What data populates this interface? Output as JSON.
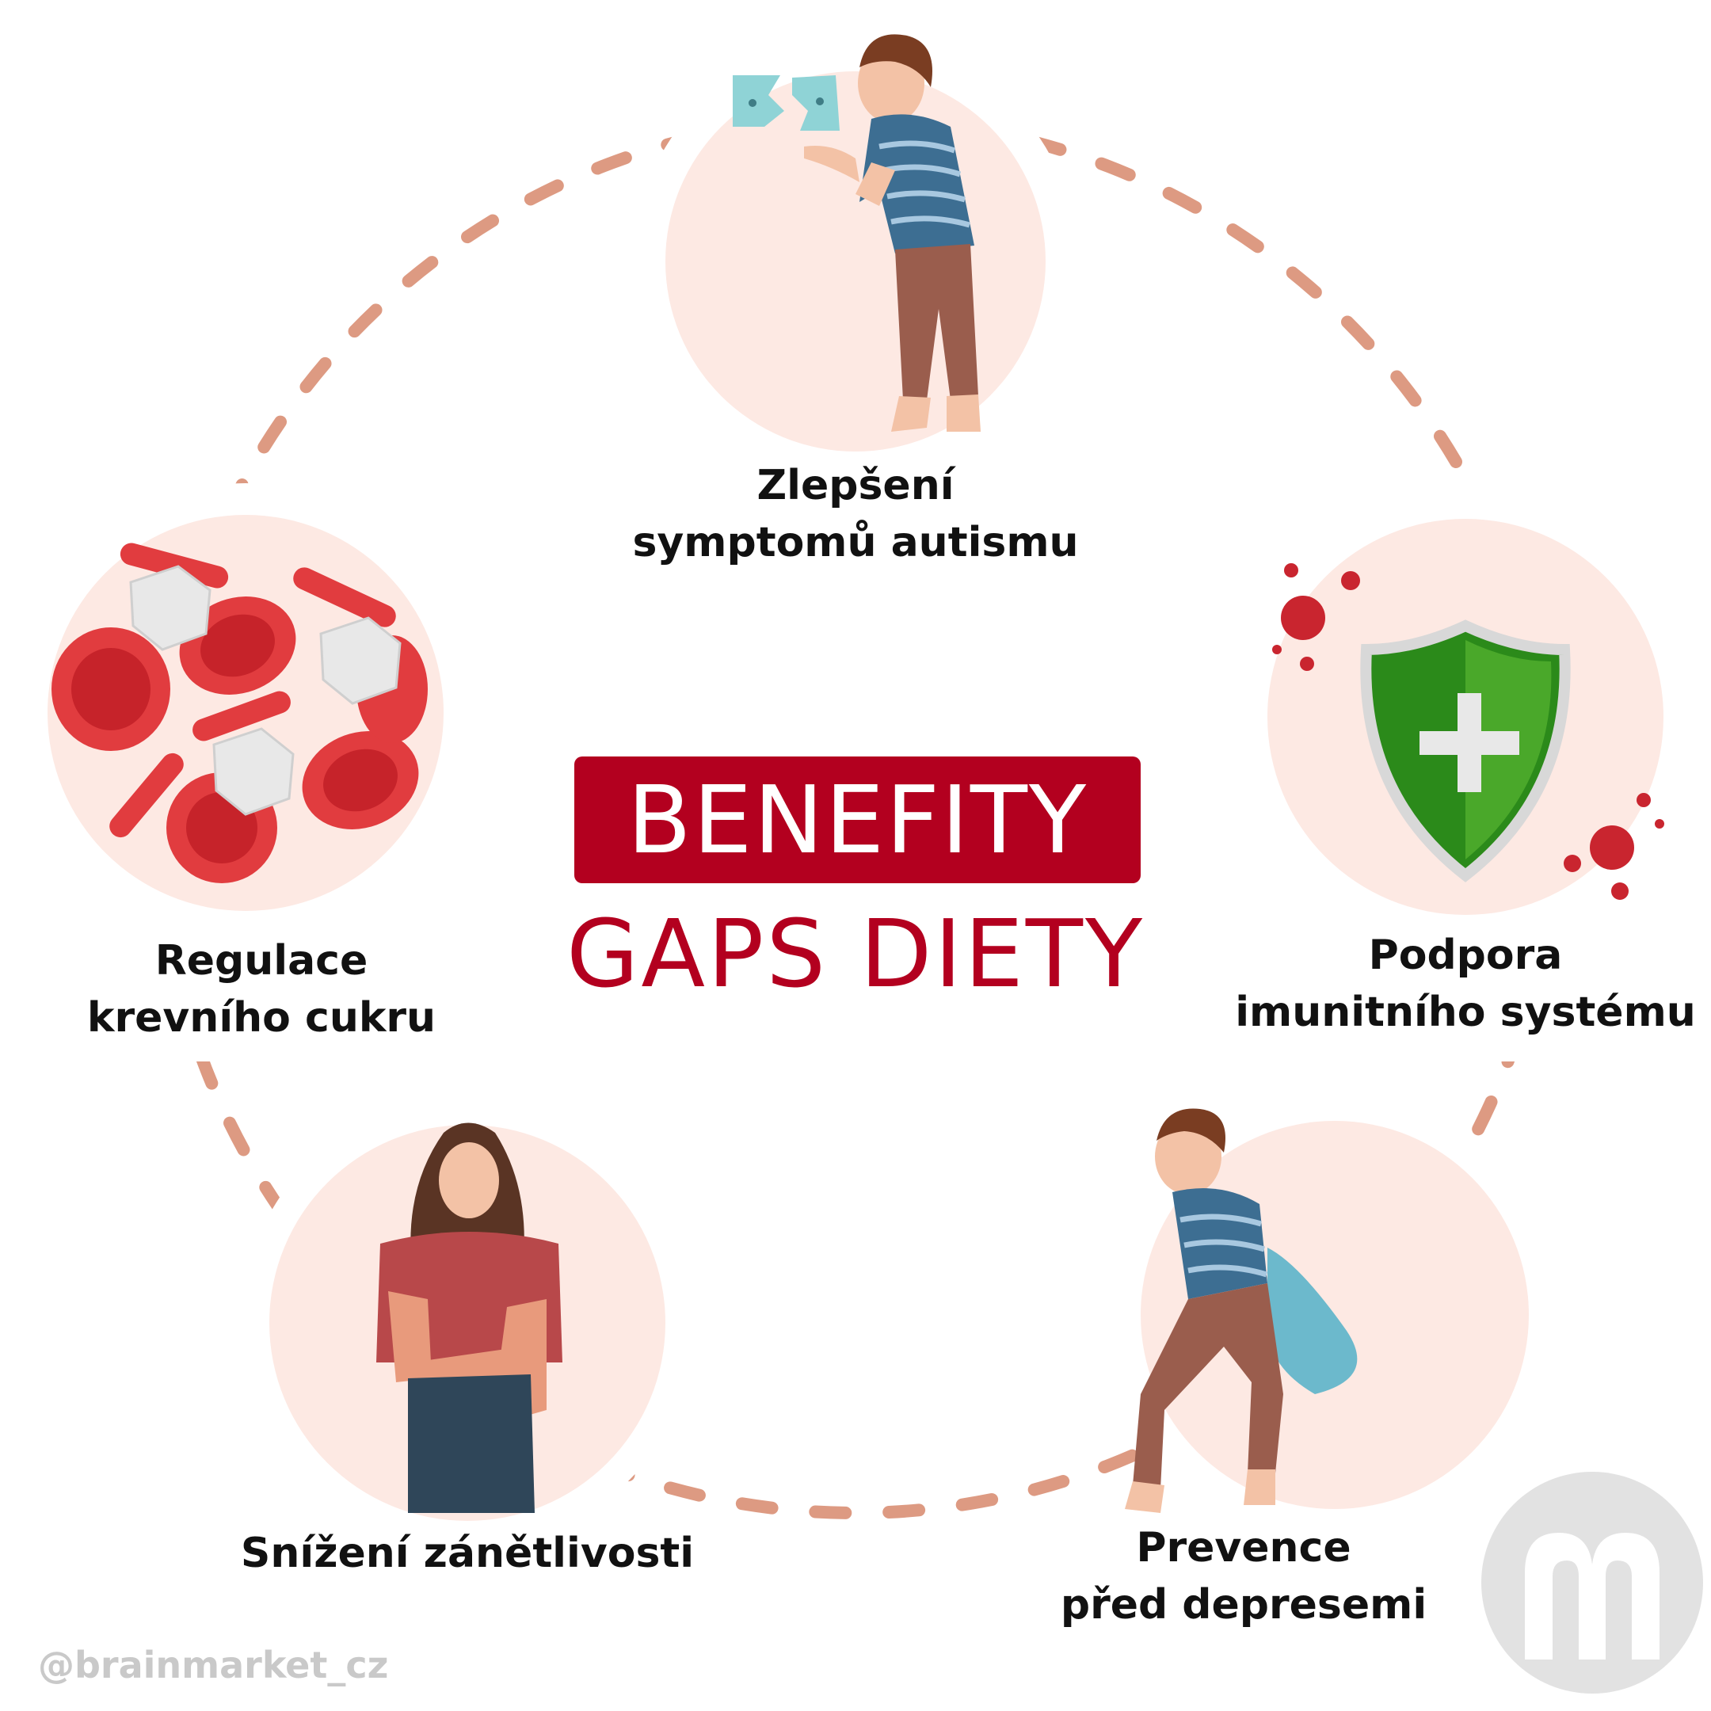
{
  "title": {
    "line1": "BENEFITY",
    "line2": "GAPS DIETY"
  },
  "benefits": [
    {
      "id": "autism",
      "line1": "Zlepšení",
      "line2": "symptomů autismu",
      "icon": "boy-struggling-speech-icon"
    },
    {
      "id": "immune",
      "line1": "Podpora",
      "line2": "imunitního systému",
      "icon": "shield-cross-icon"
    },
    {
      "id": "depression",
      "line1": "Prevence",
      "line2": "před depresemi",
      "icon": "boy-with-bag-icon"
    },
    {
      "id": "inflammation",
      "line1": "Snížení zánětlivosti",
      "line2": "",
      "icon": "woman-with-rash-icon"
    },
    {
      "id": "bloodsugar",
      "line1": "Regulace",
      "line2": "krevního cukru",
      "icon": "blood-cells-sugar-icon"
    }
  ],
  "watermark": "@brainmarket_cz",
  "colors": {
    "brand_red": "#b3001f",
    "circle_fill": "#fde9e3",
    "connector": "#dd9a82",
    "logo_gray": "#e2e2e2"
  }
}
